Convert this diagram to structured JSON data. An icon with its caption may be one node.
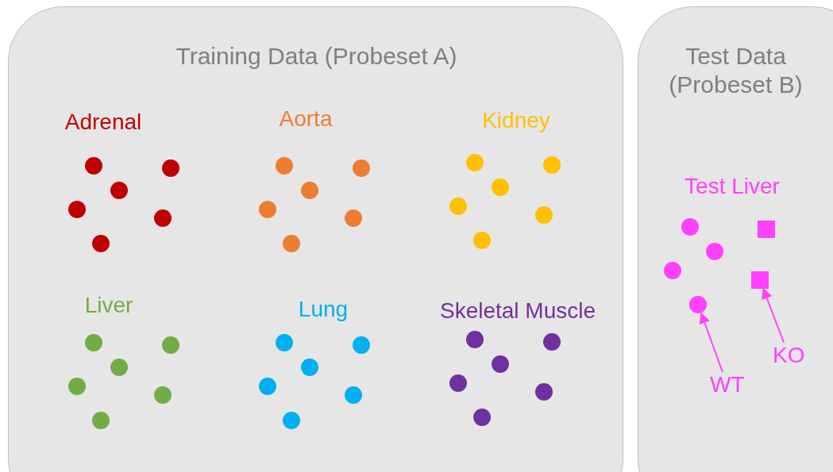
{
  "diagram": {
    "nodes": [
      {
        "text": [
          "Training Data (Probeset A)"
        ]
      },
      {
        "text": [
          "Test Data (Probeset B)"
        ]
      },
      {
        "text": [
          "WT"
        ],
        "in": 1
      },
      {
        "text": [
          "KO"
        ],
        "in": 1
      },
      {
        "text": [],
        "shape": "circle",
        "in": 1
      },
      {
        "text": [],
        "shape": "box",
        "in": 1
      }
    ],
    "edges": [
      {
        "from": 2,
        "to": 4,
        "arrow": "to"
      },
      {
        "from": 3,
        "to": 5,
        "arrow": "to"
      }
    ],
    "labels": [
      "Adrenal",
      "Aorta",
      "Kidney",
      "Liver",
      "Lung",
      "Skeletal Muscle",
      "Test Liver"
    ]
  }
}
